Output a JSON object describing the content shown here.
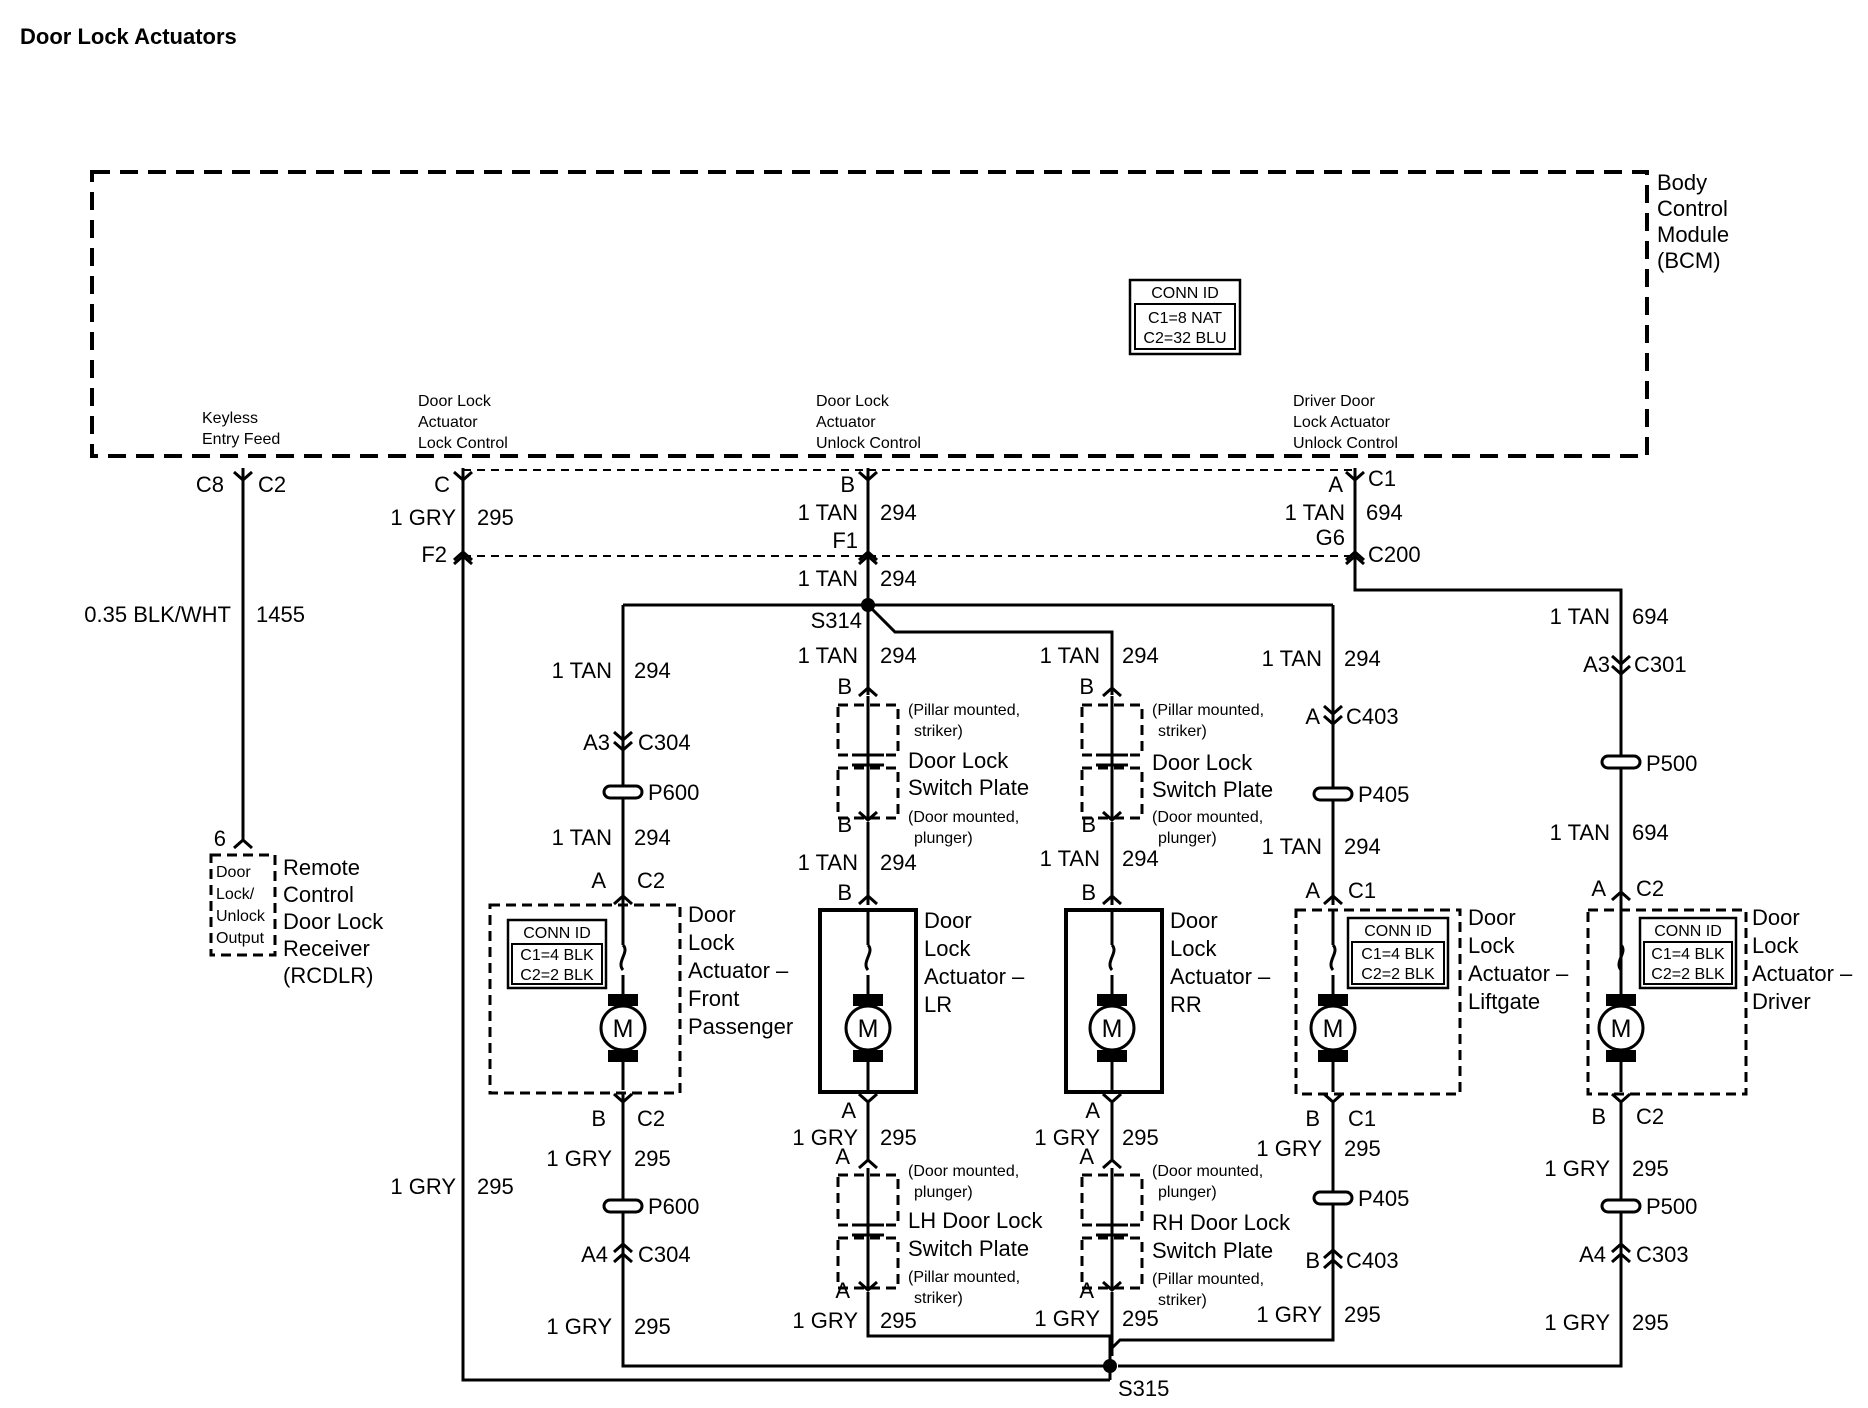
{
  "title": "Door Lock Actuators",
  "bcm": {
    "name_lines": [
      "Body",
      "Control",
      "Module",
      "(BCM)"
    ],
    "conn_id": {
      "header": "CONN ID",
      "lines": [
        "C1=8 NAT",
        "C2=32 BLU"
      ]
    },
    "pins": {
      "keyless": {
        "lines": [
          "Keyless",
          "Entry Feed"
        ],
        "pin": "C8",
        "conn": "C2"
      },
      "lock_control": {
        "lines": [
          "Door Lock",
          "Actuator",
          "Lock Control"
        ],
        "pin": "C"
      },
      "unlock_control": {
        "lines": [
          "Door Lock",
          "Actuator",
          "Unlock Control"
        ],
        "pin": "B"
      },
      "driver_unlock": {
        "lines": [
          "Driver Door",
          "Lock Actuator",
          "Unlock Control"
        ],
        "pin": "A",
        "conn": "C1"
      }
    }
  },
  "wires": {
    "w1455": {
      "gauge": "0.35 BLK/WHT",
      "circuit": "1455"
    },
    "gry295": {
      "gauge": "1 GRY",
      "circuit": "295"
    },
    "tan294": {
      "gauge": "1 TAN",
      "circuit": "294"
    },
    "tan694": {
      "gauge": "1 TAN",
      "circuit": "694"
    }
  },
  "connectors": {
    "F2": "F2",
    "F1": "F1",
    "G6": "G6",
    "C200": "C200",
    "S314": "S314",
    "S315": "S315",
    "A3": "A3",
    "A4": "A4",
    "A": "A",
    "B": "B",
    "C1": "C1",
    "C2": "C2",
    "C301": "C301",
    "C303": "C303",
    "C304": "C304",
    "C403": "C403",
    "P405": "P405",
    "P500": "P500",
    "P600": "P600"
  },
  "rcdlr": {
    "pin": "6",
    "inner_lines": [
      "Door",
      "Lock/",
      "Unlock",
      "Output"
    ],
    "name_lines": [
      "Remote",
      "Control",
      "Door Lock",
      "Receiver",
      "(RCDLR)"
    ]
  },
  "actuators": {
    "conn_id": {
      "header": "CONN ID",
      "lines": [
        "C1=4 BLK",
        "C2=2 BLK"
      ]
    },
    "motor": "M",
    "front_passenger": [
      "Door",
      "Lock",
      "Actuator –",
      "Front",
      "Passenger"
    ],
    "lr": [
      "Door",
      "Lock",
      "Actuator –",
      "LR"
    ],
    "rr": [
      "Door",
      "Lock",
      "Actuator –",
      "RR"
    ],
    "liftgate": [
      "Door",
      "Lock",
      "Actuator –",
      "Liftgate"
    ],
    "driver": [
      "Door",
      "Lock",
      "Actuator –",
      "Driver"
    ]
  },
  "switch_plates": {
    "pillar_striker": [
      "(Pillar mounted,",
      "striker)"
    ],
    "door_plunger": [
      "(Door mounted,",
      "plunger)"
    ],
    "upper": [
      "Door Lock",
      "Switch Plate"
    ],
    "lh": [
      "LH Door Lock",
      "Switch Plate"
    ],
    "rh": [
      "RH Door Lock",
      "Switch Plate"
    ]
  }
}
